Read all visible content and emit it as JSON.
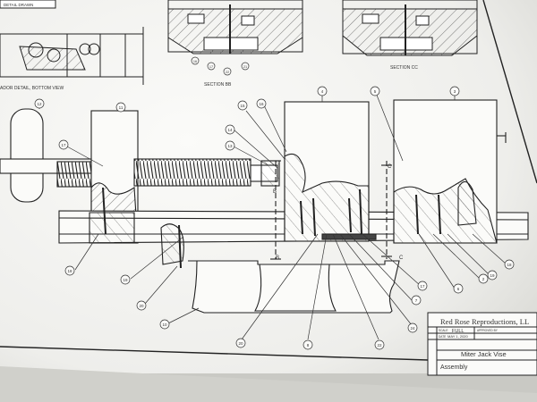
{
  "drawing": {
    "title_block": {
      "company": "Red Rose Reproductions, LL",
      "scale_label": "SCALE",
      "scale_value": "FULL",
      "date_label": "DATE",
      "date_value": "MAY 1, 2020",
      "approved_label": "APPROVED BY",
      "title": "Miter Jack Vise",
      "subtitle": "Assembly"
    },
    "top_left_label": "DETAIL DRAWN",
    "views": {
      "door_detail": "ADOR DETAIL, BOTTOM VIEW",
      "section_bb": "SECTION BB",
      "section_cc": "SECTION CC"
    },
    "section_marks": {
      "b_top": "B",
      "b_bottom": "B",
      "c_top": "C",
      "c_bottom": "C"
    },
    "callouts": {
      "c12": "12",
      "c11": "11",
      "c17": "17",
      "c18": "18",
      "c19": "19",
      "c15": "15",
      "c14": "14",
      "c13": "13",
      "c4": "4",
      "c5": "5",
      "c3": "3",
      "c16": "16",
      "c7": "7",
      "c20a": "20",
      "c10": "10",
      "c20b": "20",
      "c8": "8",
      "c22": "22",
      "c24": "24",
      "c6": "6",
      "c17b": "17",
      "c19b": "19",
      "c18b": "18",
      "c2": "2",
      "c1": "1",
      "c16b": "16",
      "c17s": "17",
      "c22s": "22",
      "c21s": "21",
      "c6s": "6"
    }
  }
}
